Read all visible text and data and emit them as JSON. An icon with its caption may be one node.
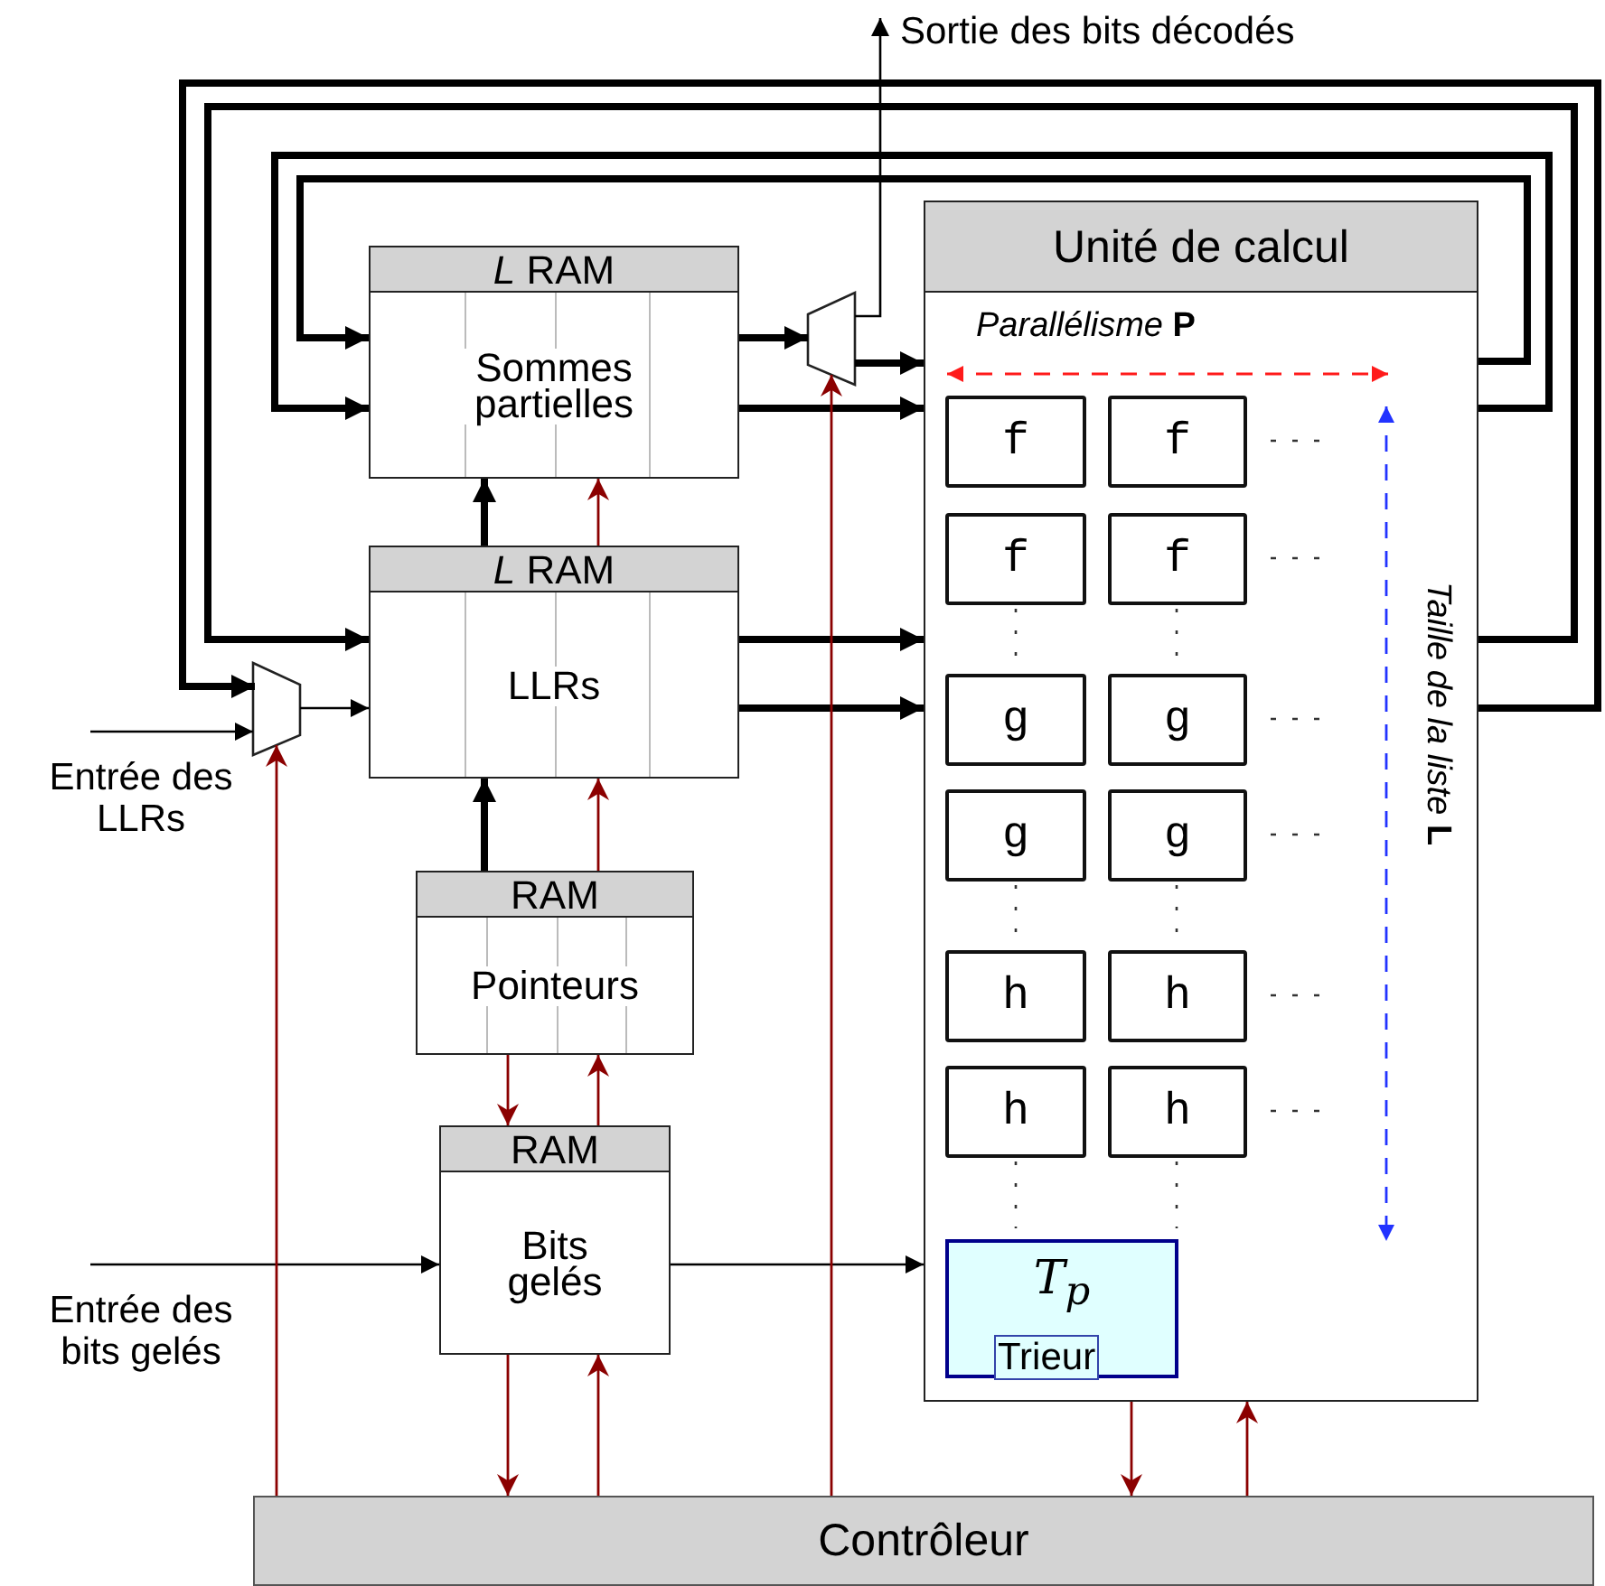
{
  "diagram": {
    "nodes": [
      {
        "text": [
          "*L* RAM",
          "Sommes partielles"
        ]
      },
      {
        "text": [
          "*L* RAM",
          "LLRs"
        ]
      },
      {
        "text": [
          "RAM",
          "Pointeurs"
        ]
      },
      {
        "text": [
          "RAM",
          "Bits gelés"
        ]
      },
      {
        "text": [
          "Unité de calcul"
        ]
      },
      {
        "text": [
          "f"
        ],
        "in": 4
      },
      {
        "text": [
          "f"
        ],
        "in": 4
      },
      {
        "text": [
          "f"
        ],
        "in": 4
      },
      {
        "text": [
          "f"
        ],
        "in": 4
      },
      {
        "text": [
          "g"
        ],
        "in": 4
      },
      {
        "text": [
          "g"
        ],
        "in": 4
      },
      {
        "text": [
          "g"
        ],
        "in": 4
      },
      {
        "text": [
          "g"
        ],
        "in": 4
      },
      {
        "text": [
          "h"
        ],
        "in": 4
      },
      {
        "text": [
          "h"
        ],
        "in": 4
      },
      {
        "text": [
          "h"
        ],
        "in": 4
      },
      {
        "text": [
          "h"
        ],
        "in": 4
      },
      {
        "text": [
          "T$_{p}$"
        ],
        "in": 4
      },
      {
        "text": [
          "Trieur"
        ],
        "in": 17
      },
      {
        "text": [
          "Contrôleur"
        ]
      },
      {
        "text": [],
        "shape": "trapezoid"
      },
      {
        "text": [],
        "shape": "trapezoid"
      },
      {
        "text": [
          "Sortie des bits décodés"
        ]
      },
      {
        "text": [
          "Entrée des LLRs"
        ]
      },
      {
        "text": [
          "Entrée des bits gelés"
        ]
      }
    ],
    "edges": [
      {
        "from": 0,
        "to": 20,
        "arrow": "to",
        "style": "thick"
      },
      {
        "from": 20,
        "to": 4,
        "arrow": "to",
        "style": "thick"
      },
      {
        "from": 20,
        "to": 22,
        "arrow": "to"
      },
      {
        "from": 0,
        "to": 4,
        "arrow": "to",
        "style": "thick"
      },
      {
        "from": 1,
        "to": 0,
        "arrow": "to",
        "style": "thick"
      },
      {
        "from": 1,
        "to": 4,
        "arrow": "to",
        "style": "thick"
      },
      {
        "from": 1,
        "to": 4,
        "arrow": "to",
        "style": "thick"
      },
      {
        "from": 2,
        "to": 1,
        "arrow": "to",
        "style": "thick"
      },
      {
        "from": 21,
        "to": 1,
        "arrow": "to"
      },
      {
        "from": 23,
        "to": 21,
        "arrow": "to"
      },
      {
        "from": 3,
        "to": 4,
        "arrow": "to"
      },
      {
        "from": 24,
        "to": 3,
        "arrow": "to"
      },
      {
        "from": 4,
        "to": 0,
        "arrow": "to",
        "style": "thick"
      },
      {
        "from": 4,
        "to": 0,
        "arrow": "to",
        "style": "thick"
      },
      {
        "from": 4,
        "to": 1,
        "arrow": "to",
        "style": "thick"
      },
      {
        "from": 4,
        "to": 21,
        "arrow": "to",
        "style": "thick"
      },
      {
        "from": 19,
        "to": 21,
        "arrow": "to",
        "color": "#8b0000"
      },
      {
        "from": 19,
        "to": 20,
        "arrow": "to",
        "color": "#8b0000"
      },
      {
        "from": 3,
        "to": 19,
        "arrow": "to",
        "color": "#8b0000"
      },
      {
        "from": 19,
        "to": 3,
        "arrow": "to",
        "color": "#8b0000"
      },
      {
        "from": 2,
        "to": 3,
        "arrow": "to",
        "color": "#8b0000"
      },
      {
        "from": 3,
        "to": 2,
        "arrow": "to",
        "color": "#8b0000"
      },
      {
        "from": 2,
        "to": 1,
        "arrow": "to",
        "color": "#8b0000"
      },
      {
        "from": 1,
        "to": 0,
        "arrow": "to",
        "color": "#8b0000"
      },
      {
        "from": 4,
        "to": 19,
        "arrow": "to",
        "color": "#8b0000"
      },
      {
        "from": 19,
        "to": 4,
        "arrow": "to",
        "color": "#8b0000"
      }
    ],
    "labels": [
      "*Parallélisme* **P**",
      "*Taille de la liste* **L**"
    ]
  }
}
